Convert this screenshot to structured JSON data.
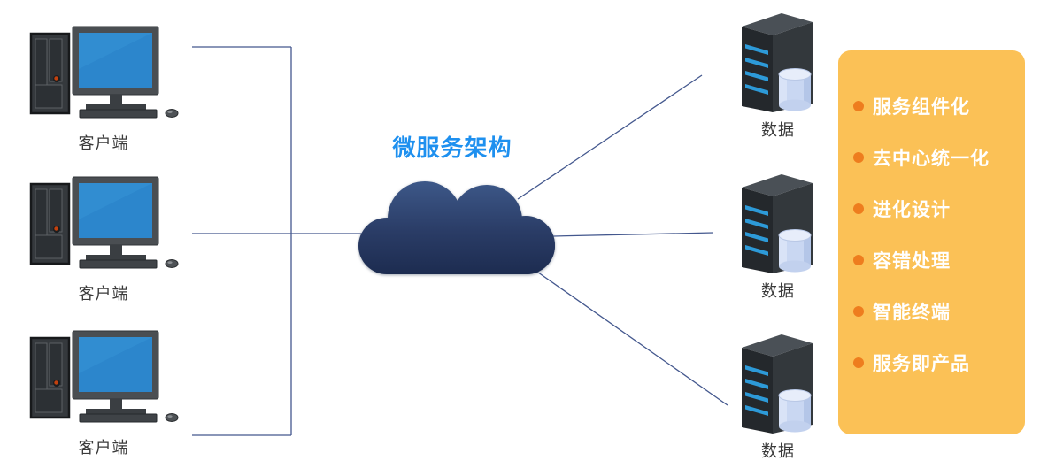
{
  "diagram": {
    "title": "微服务架构",
    "clients": [
      {
        "label": "客户端"
      },
      {
        "label": "客户端"
      },
      {
        "label": "客户端"
      }
    ],
    "servers": [
      {
        "label": "数据"
      },
      {
        "label": "数据"
      },
      {
        "label": "数据"
      }
    ],
    "features": {
      "items": [
        {
          "label": "服务组件化"
        },
        {
          "label": "去中心统一化"
        },
        {
          "label": "进化设计"
        },
        {
          "label": "容错处理"
        },
        {
          "label": "智能终端"
        },
        {
          "label": "服务即产品"
        }
      ]
    },
    "icons": {
      "client": "desktop-computer-icon",
      "cloud": "cloud-icon",
      "server": "server-database-icon",
      "bullet": "bullet-dot-icon"
    },
    "colors": {
      "title_text": "#1e90ef",
      "panel_background": "#fbc156",
      "panel_bullet": "#ee7d1e",
      "panel_text": "#ffffff",
      "connector_line": "#44588e",
      "cloud_gradient_top": "#3e5a8b",
      "cloud_gradient_bottom": "#1c2b4f",
      "node_label_text": "#3a3a3a",
      "monitor_screen": "#2c86cc"
    }
  }
}
